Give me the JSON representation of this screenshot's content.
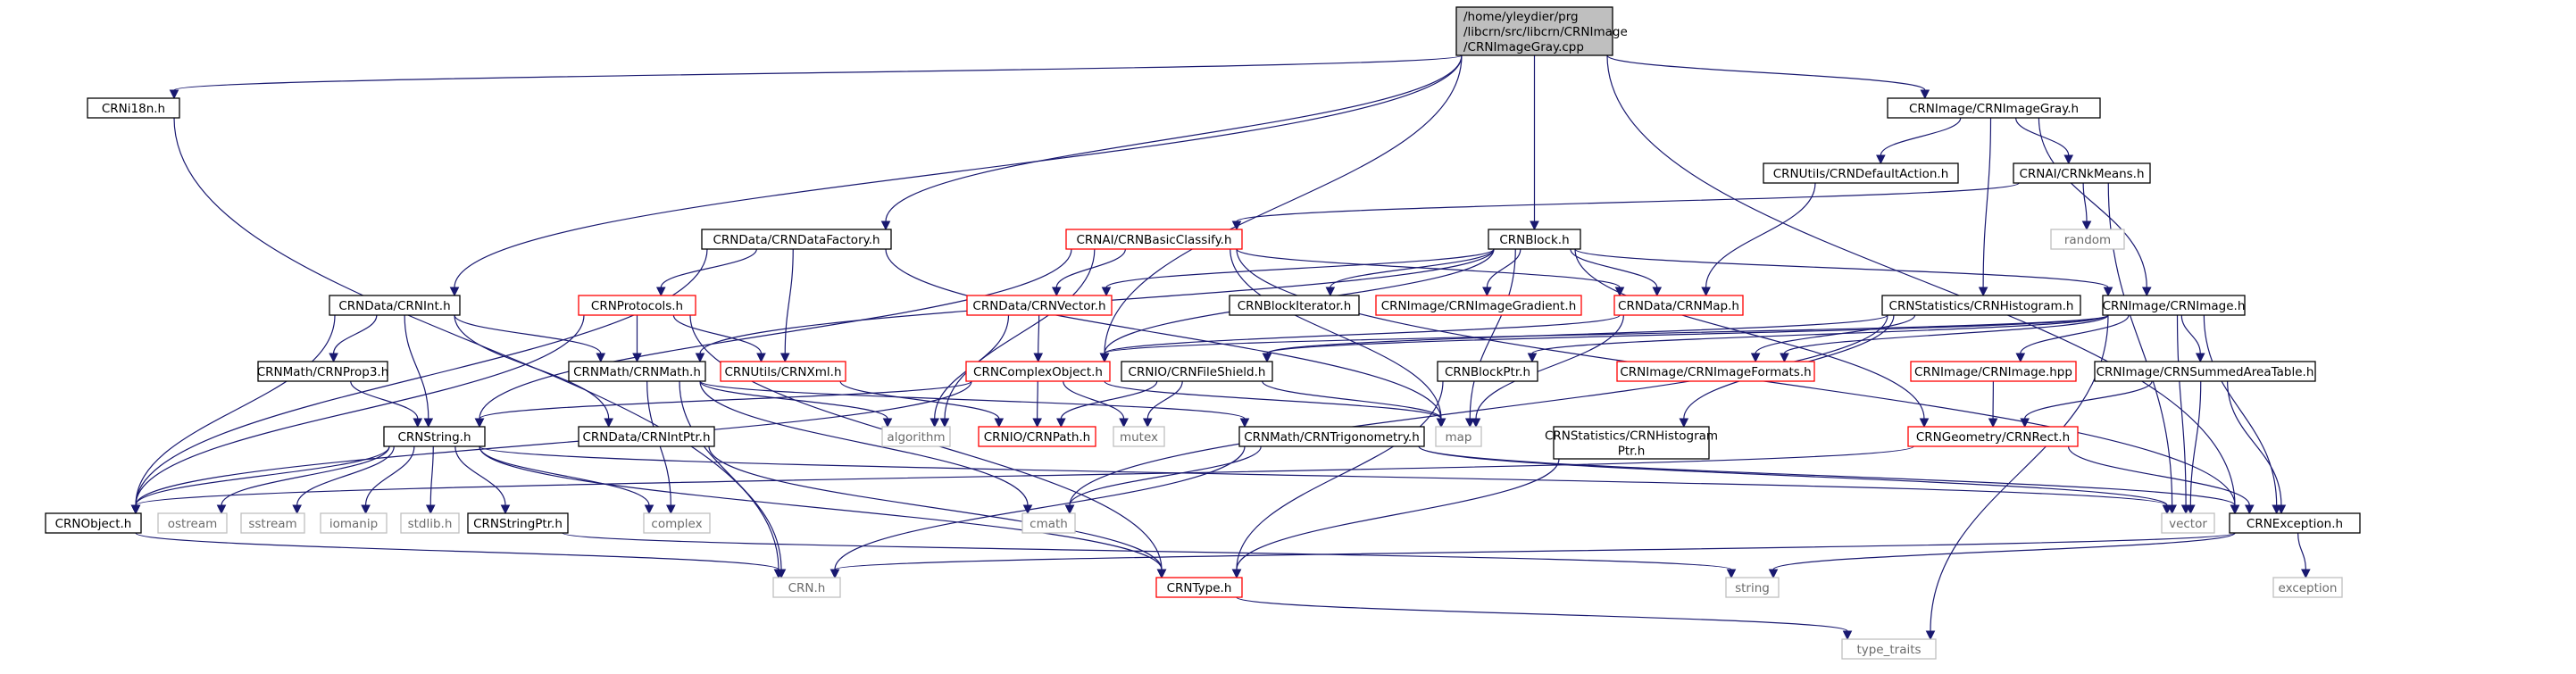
{
  "colors": {
    "edge": "#191970",
    "border_default": "#000000",
    "border_link": "#ff0000",
    "border_system": "#bfbfbf",
    "fill_root": "#bfbfbf",
    "fill_default": "#ffffff",
    "text_default": "#000000",
    "text_system": "#6b6b6b"
  },
  "nodes": [
    {
      "id": "root",
      "lines": [
        "/home/yleydier/prg",
        "/libcrn/src/libcrn/CRNImage",
        "/CRNImageGray.cpp"
      ],
      "style": "root"
    },
    {
      "id": "crni18n",
      "lines": [
        "CRNi18n.h"
      ],
      "style": "normal"
    },
    {
      "id": "gray_h",
      "lines": [
        "CRNImage/CRNImageGray.h"
      ],
      "style": "normal"
    },
    {
      "id": "defaction",
      "lines": [
        "CRNUtils/CRNDefaultAction.h"
      ],
      "style": "normal"
    },
    {
      "id": "kmeans",
      "lines": [
        "CRNAI/CRNkMeans.h"
      ],
      "style": "normal"
    },
    {
      "id": "random",
      "lines": [
        "random"
      ],
      "style": "system"
    },
    {
      "id": "datafactory",
      "lines": [
        "CRNData/CRNDataFactory.h"
      ],
      "style": "normal"
    },
    {
      "id": "basicclassify",
      "lines": [
        "CRNAI/CRNBasicClassify.h"
      ],
      "style": "link"
    },
    {
      "id": "block",
      "lines": [
        "CRNBlock.h"
      ],
      "style": "normal"
    },
    {
      "id": "dataint",
      "lines": [
        "CRNData/CRNInt.h"
      ],
      "style": "normal"
    },
    {
      "id": "protocols",
      "lines": [
        "CRNProtocols.h"
      ],
      "style": "link"
    },
    {
      "id": "datavector",
      "lines": [
        "CRNData/CRNVector.h"
      ],
      "style": "link"
    },
    {
      "id": "blockiterator",
      "lines": [
        "CRNBlockIterator.h"
      ],
      "style": "normal"
    },
    {
      "id": "imggradient",
      "lines": [
        "CRNImage/CRNImageGradient.h"
      ],
      "style": "link"
    },
    {
      "id": "datamap",
      "lines": [
        "CRNData/CRNMap.h"
      ],
      "style": "link"
    },
    {
      "id": "histogram",
      "lines": [
        "CRNStatistics/CRNHistogram.h"
      ],
      "style": "normal"
    },
    {
      "id": "crnimage_h",
      "lines": [
        "CRNImage/CRNImage.h"
      ],
      "style": "normal"
    },
    {
      "id": "prop3",
      "lines": [
        "CRNMath/CRNProp3.h"
      ],
      "style": "normal"
    },
    {
      "id": "crnmath",
      "lines": [
        "CRNMath/CRNMath.h"
      ],
      "style": "normal"
    },
    {
      "id": "crnxml",
      "lines": [
        "CRNUtils/CRNXml.h"
      ],
      "style": "link"
    },
    {
      "id": "complexobj",
      "lines": [
        "CRNComplexObject.h"
      ],
      "style": "link"
    },
    {
      "id": "fileshield",
      "lines": [
        "CRNIO/CRNFileShield.h"
      ],
      "style": "normal"
    },
    {
      "id": "blockptr",
      "lines": [
        "CRNBlockPtr.h"
      ],
      "style": "normal"
    },
    {
      "id": "imgformats",
      "lines": [
        "CRNImage/CRNImageFormats.h"
      ],
      "style": "link"
    },
    {
      "id": "crnimage_hpp",
      "lines": [
        "CRNImage/CRNImage.hpp"
      ],
      "style": "link"
    },
    {
      "id": "summedarea",
      "lines": [
        "CRNImage/CRNSummedAreaTable.h"
      ],
      "style": "normal"
    },
    {
      "id": "crnstring",
      "lines": [
        "CRNString.h"
      ],
      "style": "normal"
    },
    {
      "id": "intptr",
      "lines": [
        "CRNData/CRNIntPtr.h"
      ],
      "style": "normal"
    },
    {
      "id": "algorithm",
      "lines": [
        "algorithm"
      ],
      "style": "system"
    },
    {
      "id": "crnpath",
      "lines": [
        "CRNIO/CRNPath.h"
      ],
      "style": "link"
    },
    {
      "id": "mutex",
      "lines": [
        "mutex"
      ],
      "style": "system"
    },
    {
      "id": "map",
      "lines": [
        "map"
      ],
      "style": "system"
    },
    {
      "id": "trigonometry",
      "lines": [
        "CRNMath/CRNTrigonometry.h"
      ],
      "style": "normal"
    },
    {
      "id": "histoptr",
      "lines": [
        "CRNStatistics/CRNHistogram",
        "Ptr.h"
      ],
      "style": "normal"
    },
    {
      "id": "georect",
      "lines": [
        "CRNGeometry/CRNRect.h"
      ],
      "style": "link"
    },
    {
      "id": "crnobject",
      "lines": [
        "CRNObject.h"
      ],
      "style": "normal"
    },
    {
      "id": "ostream",
      "lines": [
        "ostream"
      ],
      "style": "system"
    },
    {
      "id": "sstream",
      "lines": [
        "sstream"
      ],
      "style": "system"
    },
    {
      "id": "iomanip",
      "lines": [
        "iomanip"
      ],
      "style": "system"
    },
    {
      "id": "stdlib",
      "lines": [
        "stdlib.h"
      ],
      "style": "system"
    },
    {
      "id": "stringptr",
      "lines": [
        "CRNStringPtr.h"
      ],
      "style": "normal"
    },
    {
      "id": "complex",
      "lines": [
        "complex"
      ],
      "style": "system"
    },
    {
      "id": "cmath",
      "lines": [
        "cmath"
      ],
      "style": "system"
    },
    {
      "id": "vector",
      "lines": [
        "vector"
      ],
      "style": "system"
    },
    {
      "id": "exception_h",
      "lines": [
        "CRNException.h"
      ],
      "style": "normal"
    },
    {
      "id": "crn_h",
      "lines": [
        "CRN.h"
      ],
      "style": "system"
    },
    {
      "id": "crntype",
      "lines": [
        "CRNType.h"
      ],
      "style": "link"
    },
    {
      "id": "string",
      "lines": [
        "string"
      ],
      "style": "system"
    },
    {
      "id": "exception",
      "lines": [
        "exception"
      ],
      "style": "system"
    },
    {
      "id": "type_traits",
      "lines": [
        "type_traits"
      ],
      "style": "system"
    }
  ],
  "edges": [
    [
      "root",
      "crni18n"
    ],
    [
      "root",
      "gray_h"
    ],
    [
      "root",
      "exception_h"
    ],
    [
      "root",
      "block"
    ],
    [
      "root",
      "datafactory"
    ],
    [
      "root",
      "dataint"
    ],
    [
      "root",
      "complexobj"
    ],
    [
      "crni18n",
      "crn_h"
    ],
    [
      "gray_h",
      "defaction"
    ],
    [
      "gray_h",
      "kmeans"
    ],
    [
      "gray_h",
      "histogram"
    ],
    [
      "gray_h",
      "crnimage_h"
    ],
    [
      "defaction",
      "datamap"
    ],
    [
      "kmeans",
      "basicclassify"
    ],
    [
      "kmeans",
      "random"
    ],
    [
      "kmeans",
      "vector"
    ],
    [
      "datafactory",
      "crnobject"
    ],
    [
      "datafactory",
      "protocols"
    ],
    [
      "datafactory",
      "crnxml"
    ],
    [
      "datafactory",
      "map"
    ],
    [
      "basicclassify",
      "datavector"
    ],
    [
      "basicclassify",
      "datamap"
    ],
    [
      "basicclassify",
      "algorithm"
    ],
    [
      "basicclassify",
      "map"
    ],
    [
      "basicclassify",
      "crnstring"
    ],
    [
      "basicclassify",
      "exception_h"
    ],
    [
      "block",
      "datavector"
    ],
    [
      "block",
      "blockiterator"
    ],
    [
      "block",
      "imggradient"
    ],
    [
      "block",
      "datamap"
    ],
    [
      "block",
      "crnimage_h"
    ],
    [
      "block",
      "complexobj"
    ],
    [
      "block",
      "map"
    ],
    [
      "block",
      "georect"
    ],
    [
      "block",
      "crnmath"
    ],
    [
      "dataint",
      "crnmath"
    ],
    [
      "dataint",
      "prop3"
    ],
    [
      "dataint",
      "intptr"
    ],
    [
      "dataint",
      "crnobject"
    ],
    [
      "dataint",
      "crnstring"
    ],
    [
      "protocols",
      "crnmath"
    ],
    [
      "protocols",
      "crnxml"
    ],
    [
      "protocols",
      "crnobject"
    ],
    [
      "protocols",
      "crntype"
    ],
    [
      "datavector",
      "complexobj"
    ],
    [
      "datavector",
      "algorithm"
    ],
    [
      "datamap",
      "complexobj"
    ],
    [
      "datamap",
      "map"
    ],
    [
      "histogram",
      "fileshield"
    ],
    [
      "histogram",
      "imgformats"
    ],
    [
      "histogram",
      "histoptr"
    ],
    [
      "histogram",
      "cmath"
    ],
    [
      "crnimage_h",
      "imgformats"
    ],
    [
      "crnimage_h",
      "crnimage_hpp"
    ],
    [
      "crnimage_h",
      "summedarea"
    ],
    [
      "crnimage_h",
      "blockptr"
    ],
    [
      "crnimage_h",
      "vector"
    ],
    [
      "crnimage_h",
      "exception_h"
    ],
    [
      "crnimage_h",
      "type_traits"
    ],
    [
      "crnimage_h",
      "complexobj"
    ],
    [
      "crnimage_h",
      "fileshield"
    ],
    [
      "prop3",
      "crnstring"
    ],
    [
      "crnmath",
      "trigonometry"
    ],
    [
      "crnmath",
      "crn_h"
    ],
    [
      "crnmath",
      "algorithm"
    ],
    [
      "crnmath",
      "complex"
    ],
    [
      "crnmath",
      "cmath"
    ],
    [
      "crnxml",
      "crnpath"
    ],
    [
      "complexobj",
      "crnstring"
    ],
    [
      "complexobj",
      "crnobject"
    ],
    [
      "complexobj",
      "crnpath"
    ],
    [
      "complexobj",
      "mutex"
    ],
    [
      "complexobj",
      "map"
    ],
    [
      "fileshield",
      "crnpath"
    ],
    [
      "fileshield",
      "mutex"
    ],
    [
      "fileshield",
      "map"
    ],
    [
      "blockptr",
      "crntype"
    ],
    [
      "crnimage_hpp",
      "georect"
    ],
    [
      "summedarea",
      "georect"
    ],
    [
      "summedarea",
      "vector"
    ],
    [
      "summedarea",
      "exception_h"
    ],
    [
      "crnstring",
      "crnobject"
    ],
    [
      "crnstring",
      "ostream"
    ],
    [
      "crnstring",
      "sstream"
    ],
    [
      "crnstring",
      "iomanip"
    ],
    [
      "crnstring",
      "stdlib"
    ],
    [
      "crnstring",
      "stringptr"
    ],
    [
      "crnstring",
      "complex"
    ],
    [
      "crnstring",
      "crntype"
    ],
    [
      "crnstring",
      "vector"
    ],
    [
      "intptr",
      "crntype"
    ],
    [
      "trigonometry",
      "cmath"
    ],
    [
      "trigonometry",
      "vector"
    ],
    [
      "trigonometry",
      "exception_h"
    ],
    [
      "trigonometry",
      "crn_h"
    ],
    [
      "histoptr",
      "crntype"
    ],
    [
      "georect",
      "exception_h"
    ],
    [
      "georect",
      "crnobject"
    ],
    [
      "crnobject",
      "crn_h"
    ],
    [
      "stringptr",
      "string"
    ],
    [
      "exception_h",
      "crn_h"
    ],
    [
      "exception_h",
      "string"
    ],
    [
      "exception_h",
      "exception"
    ],
    [
      "crntype",
      "type_traits"
    ]
  ]
}
